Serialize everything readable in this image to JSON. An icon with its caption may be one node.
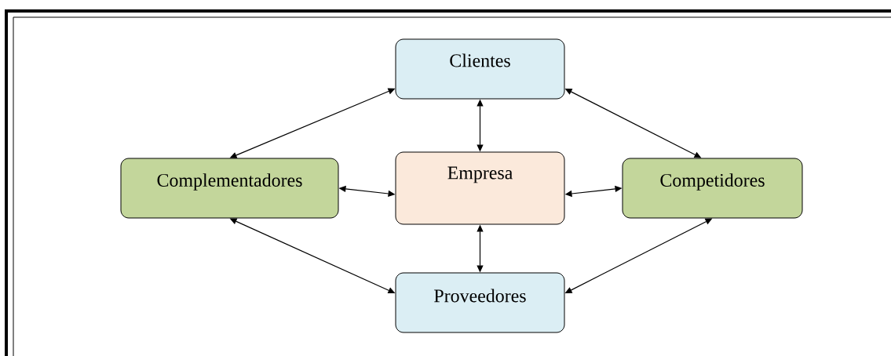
{
  "diagram": {
    "nodes": [
      {
        "text": [
          "Clientes"
        ]
      },
      {
        "text": [
          "Complementadores"
        ]
      },
      {
        "text": [
          "Empresa"
        ]
      },
      {
        "text": [
          "Competidores"
        ]
      },
      {
        "text": [
          "Proveedores"
        ]
      }
    ],
    "edges": [
      {
        "from": 0,
        "to": 1,
        "arrow": "both"
      },
      {
        "from": 0,
        "to": 3,
        "arrow": "both"
      },
      {
        "from": 0,
        "to": 2,
        "arrow": "both"
      },
      {
        "from": 1,
        "to": 2,
        "arrow": "both"
      },
      {
        "from": 2,
        "to": 3,
        "arrow": "both"
      },
      {
        "from": 2,
        "to": 4,
        "arrow": "both"
      },
      {
        "from": 1,
        "to": 4,
        "arrow": "both"
      },
      {
        "from": 3,
        "to": 4,
        "arrow": "both"
      }
    ]
  }
}
